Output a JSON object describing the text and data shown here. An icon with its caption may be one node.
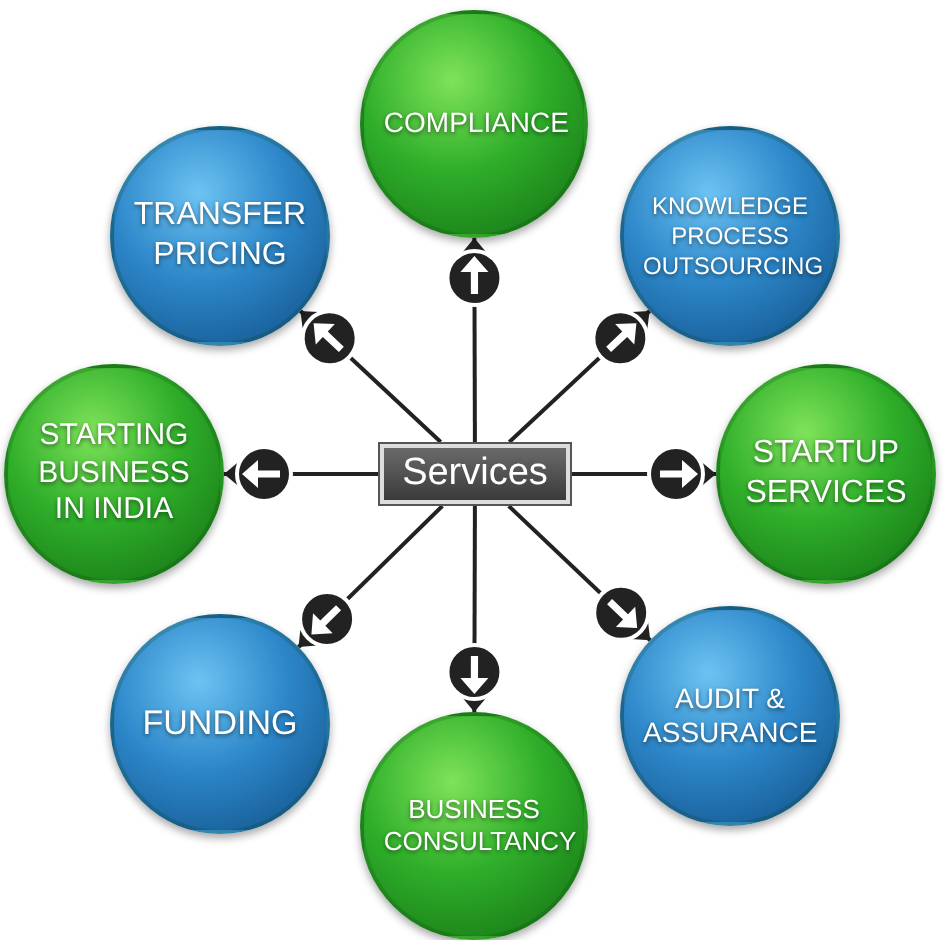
{
  "diagram": {
    "nodes": [
      {
        "text": [
          "COMPLIANCE"
        ]
      },
      {
        "text": [
          "TRANSFER PRICING"
        ]
      },
      {
        "text": [
          "KNOWLEDGE PROCESS OUTSOURCING"
        ]
      },
      {
        "text": [
          "STARTING BUSINESS IN INDIA"
        ]
      },
      {
        "text": [
          "Services"
        ]
      },
      {
        "text": [
          "STARTUP SERVICES"
        ]
      },
      {
        "text": [
          "FUNDING"
        ]
      },
      {
        "text": [
          "AUDIT & ASSURANCE"
        ]
      },
      {
        "text": [
          "BUSINESS CONSULTANCY"
        ]
      }
    ],
    "edges": [
      {
        "from": 4,
        "to": 0,
        "arrow": "to"
      },
      {
        "from": 4,
        "to": 1,
        "arrow": "to"
      },
      {
        "from": 4,
        "to": 2,
        "arrow": "to"
      },
      {
        "from": 4,
        "to": 3,
        "arrow": "to"
      },
      {
        "from": 4,
        "to": 5,
        "arrow": "to"
      },
      {
        "from": 4,
        "to": 6,
        "arrow": "to"
      },
      {
        "from": 4,
        "to": 7,
        "arrow": "to"
      },
      {
        "from": 4,
        "to": 8,
        "arrow": "to"
      }
    ]
  }
}
